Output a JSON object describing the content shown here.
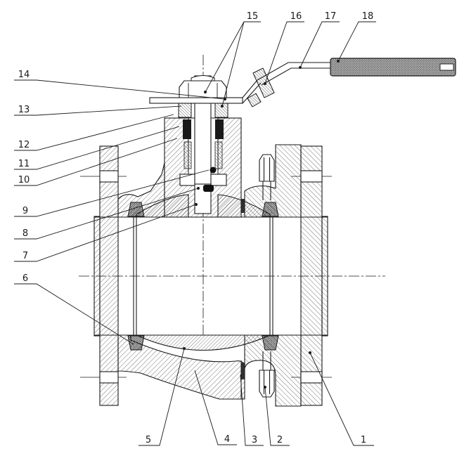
{
  "drawing": {
    "kind": "ball-valve-sectional-assembly-drawing",
    "colors": {
      "background": "#ffffff",
      "ink": "#1a1a1a"
    },
    "callouts": [
      {
        "label": "1"
      },
      {
        "label": "2"
      },
      {
        "label": "3"
      },
      {
        "label": "4"
      },
      {
        "label": "5"
      },
      {
        "label": "6"
      },
      {
        "label": "7"
      },
      {
        "label": "8"
      },
      {
        "label": "9"
      },
      {
        "label": "10"
      },
      {
        "label": "11"
      },
      {
        "label": "12"
      },
      {
        "label": "13"
      },
      {
        "label": "14"
      },
      {
        "label": "15"
      },
      {
        "label": "16"
      },
      {
        "label": "17"
      },
      {
        "label": "18"
      }
    ]
  }
}
